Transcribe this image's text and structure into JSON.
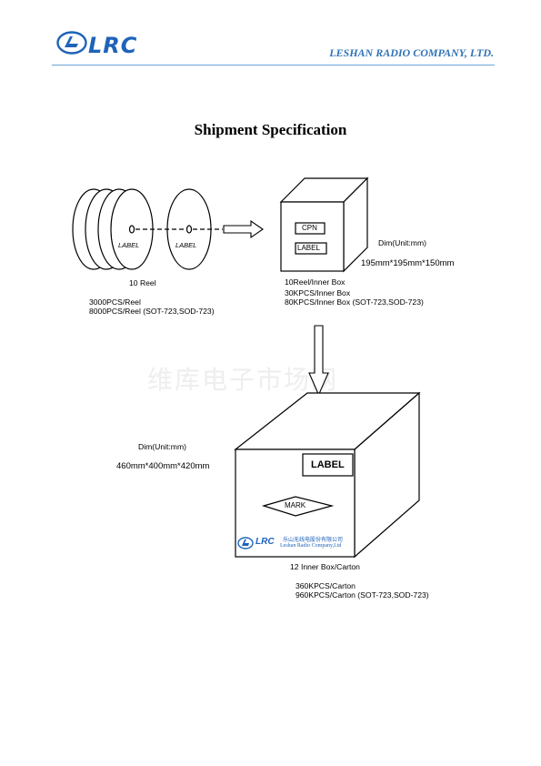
{
  "header": {
    "logo_text": "LRC",
    "company": "LESHAN RADIO COMPANY, LTD."
  },
  "title": "Shipment Specification",
  "reel_section": {
    "reel_label": "LABEL",
    "caption": "10 Reel",
    "lines": [
      "3000PCS/Reel",
      "8000PCS/Reel (SOT-723,SOD-723)"
    ]
  },
  "inner_box_section": {
    "cpn_label": "CPN",
    "box_label": "LABEL",
    "dim_label": "Dim(Unit:mm)",
    "dim_value": "195mm*195mm*150mm",
    "lines": [
      "10Reel/Inner Box",
      "30KPCS/Inner Box",
      "80KPCS/Inner Box (SOT-723,SOD-723)"
    ]
  },
  "carton_section": {
    "dim_label": "Dim(Unit:mm)",
    "dim_value": "460mm*400mm*420mm",
    "label": "LABEL",
    "mark": "MARK",
    "logo_text": "LRC",
    "company_cn": "乐山无线电股份有限公司",
    "company_en": "Leshan Radio Company,Ltd",
    "caption": "12 Inner Box/Carton",
    "lines": [
      "360KPCS/Carton",
      "960KPCS/Carton (SOT-723,SOD-723)"
    ]
  },
  "watermark": "维库电子市场网",
  "colors": {
    "brand_blue": "#1f63b8",
    "header_line": "#6aa6d8"
  }
}
